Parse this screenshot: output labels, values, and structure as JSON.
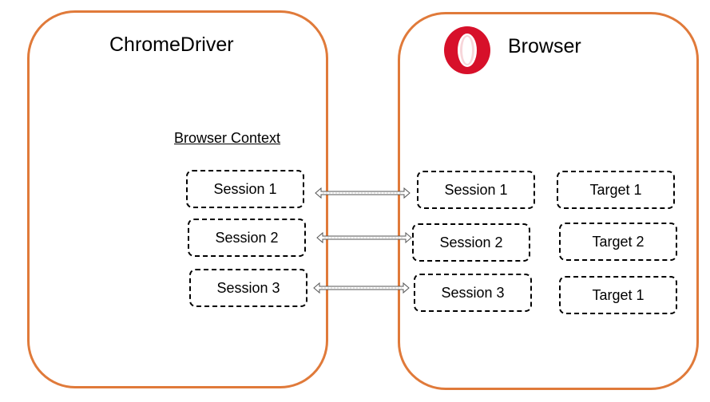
{
  "chromedriver": {
    "title": "ChromeDriver",
    "context_label": "Browser Context",
    "sessions": [
      "Session 1",
      "Session 2",
      "Session 3"
    ]
  },
  "browser": {
    "title": "Browser",
    "logo_icon": "opera-icon",
    "sessions": [
      "Session 1",
      "Session 2",
      "Session 3"
    ],
    "targets": [
      "Target 1",
      "Target 2",
      "Target 1"
    ]
  },
  "colors": {
    "panel_border": "#e07a3a",
    "logo": "#d7102a"
  }
}
